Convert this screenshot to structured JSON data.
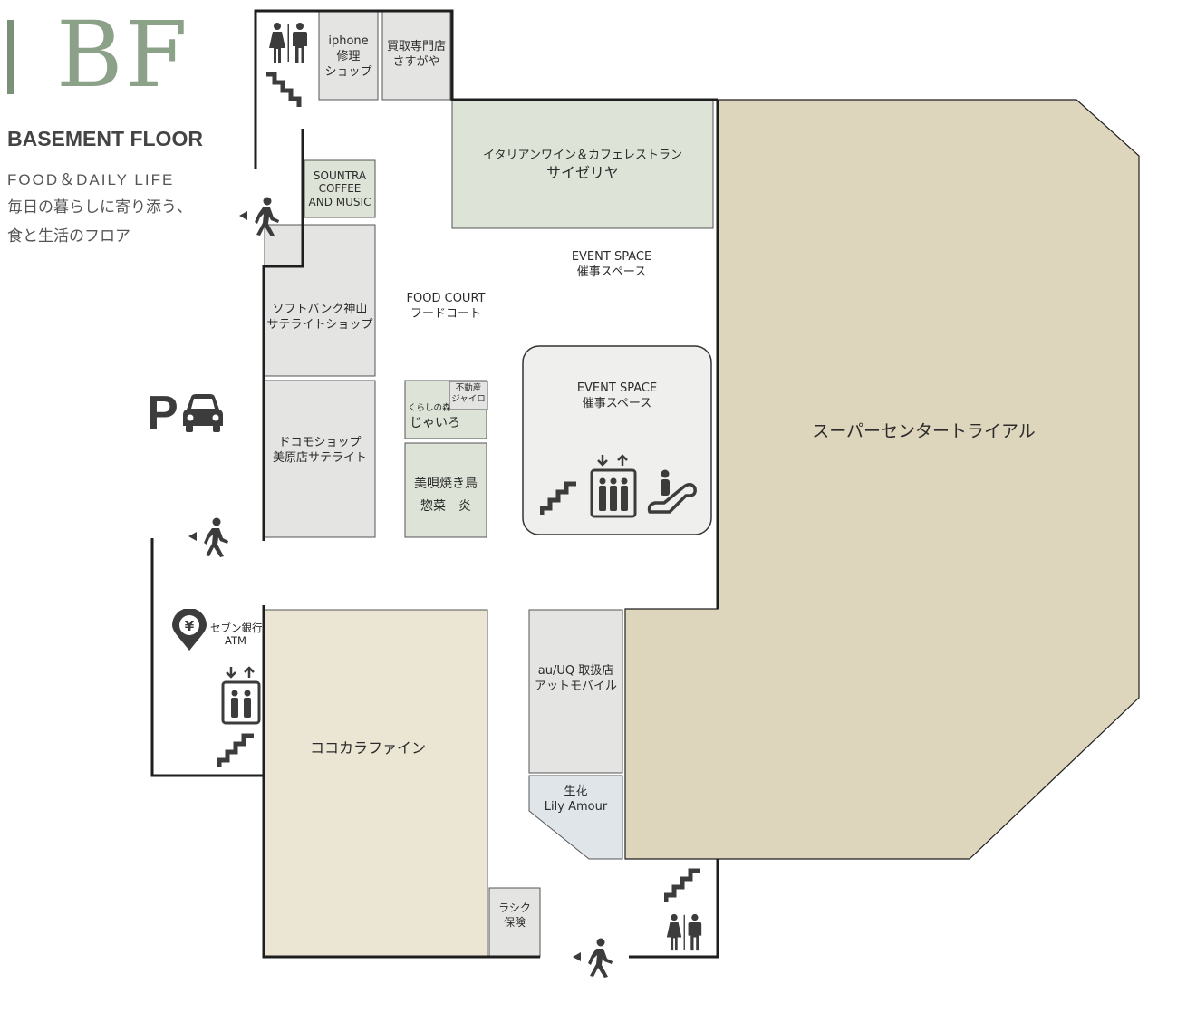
{
  "header": {
    "title": "BF",
    "floor_name": "BASEMENT FLOOR",
    "subtitle": "FOOD＆DAILY LIFE",
    "tagline_line1": "毎日の暮らしに寄り添う、",
    "tagline_line2": "食と生活のフロア"
  },
  "colors": {
    "accent_green": "#8ba288",
    "shop_gray": "#e4e4e2",
    "shop_green": "#dde3d6",
    "shop_beige": "#ebe6d4",
    "supercenter_tan": "#ded6bc",
    "flower_blue": "#dfe5e8",
    "wall": "#1e1e1e",
    "icon": "#3c3c3c"
  },
  "shops": {
    "iphone_repair": [
      "iphone",
      "修理",
      "ショップ"
    ],
    "kaitori": [
      "買取専門店",
      "さすがや"
    ],
    "saizeriya_sub": "イタリアンワイン＆カフェレストラン",
    "saizeriya": "サイゼリヤ",
    "sountra": [
      "SOUNTRA",
      "COFFEE",
      "AND MUSIC"
    ],
    "event_space_1": [
      "EVENT SPACE",
      "催事スペース"
    ],
    "food_court": [
      "FOOD COURT",
      "フードコート"
    ],
    "softbank": [
      "ソフトバンク神山",
      "サテライトショップ"
    ],
    "docomo": [
      "ドコモショップ",
      "美原店サテライト"
    ],
    "kurashinomori_small": "くらしの森",
    "jairo": "じゃいろ",
    "fudosan": [
      "不動産",
      "ジャイロ"
    ],
    "yakitori": [
      "美唄焼き鳥",
      "惣菜　炎"
    ],
    "event_space_2": [
      "EVENT SPACE",
      "催事スペース"
    ],
    "super_center": "スーパーセンタートライアル",
    "atm": [
      "セブン銀行",
      "ATM"
    ],
    "cocokara": "ココカラファイン",
    "au": [
      "au/UQ 取扱店",
      "アットモバイル"
    ],
    "flower": [
      "生花",
      "Lily Amour"
    ],
    "lasik": [
      "ラシク",
      "保険"
    ]
  },
  "icons": {
    "parking": "P",
    "car": "car-icon",
    "restroom": "restroom-icon",
    "stairs": "stairs-icon",
    "elevator": "elevator-icon",
    "escalator": "escalator-icon",
    "exit": "exit-icon",
    "atm_pin": "atm-pin-icon"
  }
}
